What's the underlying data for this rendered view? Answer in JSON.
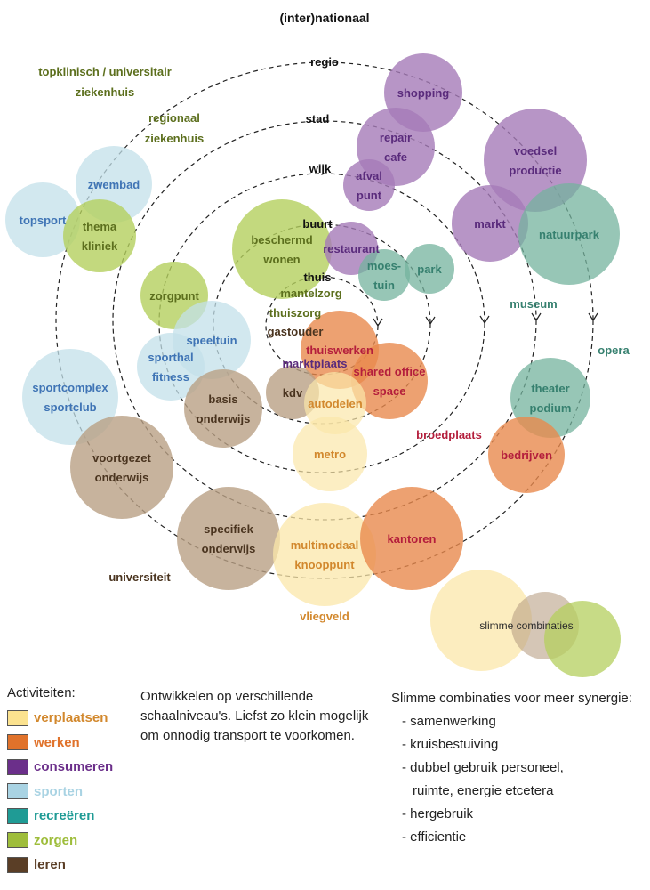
{
  "colors": {
    "verplaatsen": "#f7df8e",
    "werken": "#e0722b",
    "consumeren": "#6b2f8a",
    "sporten": "#a9d3e3",
    "recreeren": "#1f9b95",
    "zorgen": "#9ebd3b",
    "leren": "#5a3e26",
    "ring": "#222222"
  },
  "scale_labels": {
    "internationaal": "(inter)nationaal",
    "regio": "regio",
    "stad": "stad",
    "wijk": "wijk",
    "buurt": "buurt",
    "thuis": "thuis"
  },
  "circles": [
    {
      "id": "shopping",
      "lines": [
        "shopping"
      ],
      "category": "consumeren"
    },
    {
      "id": "repair-cafe",
      "lines": [
        "repair",
        "cafe"
      ],
      "category": "consumeren"
    },
    {
      "id": "afval-punt",
      "lines": [
        "afval",
        "punt"
      ],
      "category": "consumeren"
    },
    {
      "id": "voedsel-productie",
      "lines": [
        "voedsel",
        "productie"
      ],
      "category": "consumeren"
    },
    {
      "id": "markt",
      "lines": [
        "markt"
      ],
      "category": "consumeren"
    },
    {
      "id": "natuurpark",
      "lines": [
        "natuurpark"
      ],
      "category": "recreeren"
    },
    {
      "id": "zwembad",
      "lines": [
        "zwembad"
      ],
      "category": "sporten"
    },
    {
      "id": "topsport",
      "lines": [
        "topsport"
      ],
      "category": "sporten"
    },
    {
      "id": "thema-kliniek",
      "lines": [
        "thema",
        "kliniek"
      ],
      "category": "zorgen"
    },
    {
      "id": "beschermd-wonen",
      "lines": [
        "beschermd",
        "wonen"
      ],
      "category": "zorgen"
    },
    {
      "id": "restaurant",
      "lines": [
        "restaurant"
      ],
      "category": "consumeren"
    },
    {
      "id": "moestuin",
      "lines": [
        "moes-",
        "tuin"
      ],
      "category": "recreeren"
    },
    {
      "id": "park",
      "lines": [
        "park"
      ],
      "category": "recreeren"
    },
    {
      "id": "zorgpunt",
      "lines": [
        "zorgpunt"
      ],
      "category": "zorgen"
    },
    {
      "id": "speeltuin",
      "lines": [
        "speeltuin"
      ],
      "category": "sporten"
    },
    {
      "id": "sporthal-fitness",
      "lines": [
        "sporthal",
        "fitness"
      ],
      "category": "sporten"
    },
    {
      "id": "thuiswerken",
      "lines": [
        "thuiswerken"
      ],
      "category": "werken"
    },
    {
      "id": "shared-office",
      "lines": [
        "shared office",
        "space"
      ],
      "category": "werken"
    },
    {
      "id": "kdv",
      "lines": [
        "kdv"
      ],
      "category": "leren"
    },
    {
      "id": "autodelen",
      "lines": [
        "autodelen"
      ],
      "category": "verplaatsen"
    },
    {
      "id": "basis-onderwijs",
      "lines": [
        "basis",
        "onderwijs"
      ],
      "category": "leren"
    },
    {
      "id": "sportcomplex",
      "lines": [
        "sportcomplex",
        "sportclub"
      ],
      "category": "sporten"
    },
    {
      "id": "metro",
      "lines": [
        "metro"
      ],
      "category": "verplaatsen"
    },
    {
      "id": "theater-podium",
      "lines": [
        "theater",
        "podium"
      ],
      "category": "recreeren"
    },
    {
      "id": "bedrijven",
      "lines": [
        "bedrijven"
      ],
      "category": "werken"
    },
    {
      "id": "voortgezet-onderwijs",
      "lines": [
        "voortgezet",
        "onderwijs"
      ],
      "category": "leren"
    },
    {
      "id": "specifiek-onderwijs",
      "lines": [
        "specifiek",
        "onderwijs"
      ],
      "category": "leren"
    },
    {
      "id": "multimodaal-knooppunt",
      "lines": [
        "multimodaal",
        "knooppunt"
      ],
      "category": "verplaatsen"
    },
    {
      "id": "kantoren",
      "lines": [
        "kantoren"
      ],
      "category": "werken"
    }
  ],
  "free_labels": [
    {
      "id": "topklinisch",
      "lines": [
        "topklinisch / universitair",
        "ziekenhuis"
      ],
      "category": "zorgen"
    },
    {
      "id": "regionaal-ziekenhuis",
      "lines": [
        "regionaal",
        "ziekenhuis"
      ],
      "category": "zorgen"
    },
    {
      "id": "mantelzorg",
      "lines": [
        "mantelzorg"
      ],
      "category": "zorgen"
    },
    {
      "id": "thuiszorg",
      "lines": [
        "thuiszorg"
      ],
      "category": "zorgen"
    },
    {
      "id": "gastouder",
      "lines": [
        "gastouder"
      ],
      "category": "leren"
    },
    {
      "id": "marktplaats",
      "lines": [
        "marktplaats"
      ],
      "category": "consumeren"
    },
    {
      "id": "museum",
      "lines": [
        "museum"
      ],
      "category": "recreeren"
    },
    {
      "id": "opera",
      "lines": [
        "opera"
      ],
      "category": "recreeren"
    },
    {
      "id": "broedplaats",
      "lines": [
        "broedplaats"
      ],
      "category": "werken"
    },
    {
      "id": "universiteit",
      "lines": [
        "universiteit"
      ],
      "category": "leren"
    },
    {
      "id": "vliegveld",
      "lines": [
        "vliegveld"
      ],
      "category": "verplaatsen"
    }
  ],
  "combination": {
    "label": "slimme combinaties"
  },
  "legend": {
    "title": "Activiteiten:",
    "items": [
      {
        "key": "verplaatsen",
        "label": "verplaatsen"
      },
      {
        "key": "werken",
        "label": "werken"
      },
      {
        "key": "consumeren",
        "label": "consumeren"
      },
      {
        "key": "sporten",
        "label": "sporten"
      },
      {
        "key": "recreeren",
        "label": "recreëren"
      },
      {
        "key": "zorgen",
        "label": "zorgen"
      },
      {
        "key": "leren",
        "label": "leren"
      }
    ]
  },
  "middle_text": "Ontwikkelen op verschillende schaalniveau's. Liefst zo klein mogelijk om onnodig transport te voorkomen.",
  "right_box": {
    "title": "Slimme combinaties voor meer synergie:",
    "items": [
      "- samenwerking",
      "- kruisbestuiving",
      "- dubbel gebruik personeel,",
      "ruimte, energie etcetera",
      "- hergebruik",
      "- efficientie"
    ]
  }
}
